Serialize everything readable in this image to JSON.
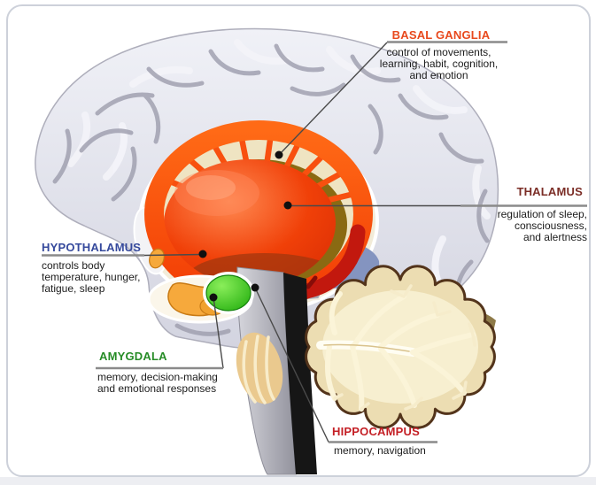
{
  "figure": {
    "type": "brain-anatomy-diagram",
    "background_color": "#ffffff",
    "frame_border_color": "#cdd1da"
  },
  "labels": {
    "basal_ganglia": {
      "title": "BASAL GANGLIA",
      "title_color": "#e8491d",
      "description": "control of movements,\nlearning, habit, cognition,\nand emotion"
    },
    "thalamus": {
      "title": "THALAMUS",
      "title_color": "#7b2d26",
      "description": "regulation of sleep,\nconsciousness,\nand alertness"
    },
    "hypothalamus": {
      "title": "HYPOTHALAMUS",
      "title_color": "#35499c",
      "description": "controls body\ntemperature, hunger,\nfatigue, sleep"
    },
    "amygdala": {
      "title": "AMYGDALA",
      "title_color": "#268c26",
      "description": "memory, decision-making\nand emotional responses"
    },
    "hippocampus": {
      "title": "HIPPOCAMPUS",
      "title_color": "#c41f25",
      "description": "memory, navigation"
    }
  },
  "structure_colors": {
    "cerebral_cortex": "#dfe0e9",
    "basal_ganglia_ring": "#f8500f",
    "thalamus_body": "#ee3008",
    "hypothalamus_region": "#8494c0",
    "amygdala_body": "#2fcb1c",
    "hippocampus_band": "#c2180e",
    "cerebellum": "#f3e9c9",
    "brainstem": "#b9b9c2",
    "pons": "#eac98e",
    "pituitary_area": "#f6a83a",
    "leader_line": "#4a4a4a",
    "underline": "#8a8a8a"
  }
}
